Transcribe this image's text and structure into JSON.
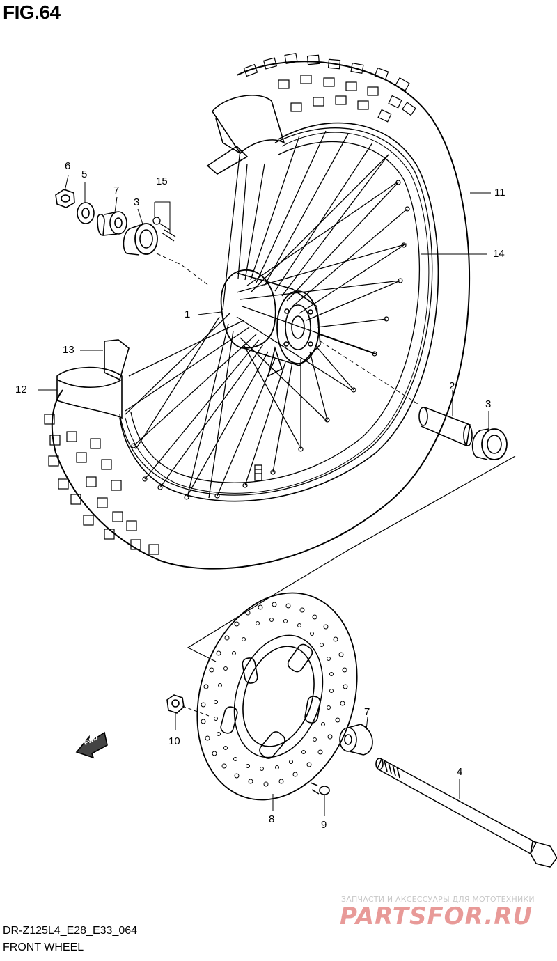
{
  "figure": {
    "title": "FIG.64"
  },
  "callouts": {
    "c1": "1",
    "c2": "2",
    "c3a": "3",
    "c3b": "3",
    "c4": "4",
    "c5": "5",
    "c6": "6",
    "c7a": "7",
    "c7b": "7",
    "c8": "8",
    "c9": "9",
    "c10": "10",
    "c11": "11",
    "c12": "12",
    "c13": "13",
    "c14": "14",
    "c15": "15"
  },
  "badge": {
    "fwd": "FWD"
  },
  "footer": {
    "model_code": "DR-Z125L4_E28_E33_064",
    "part_name": "FRONT WHEEL"
  },
  "watermark": {
    "tagline": "ЗАПЧАСТИ И АКСЕССУАРЫ ДЛЯ МОТОТЕХНИКИ",
    "logo": "PARTSFOR.RU"
  }
}
